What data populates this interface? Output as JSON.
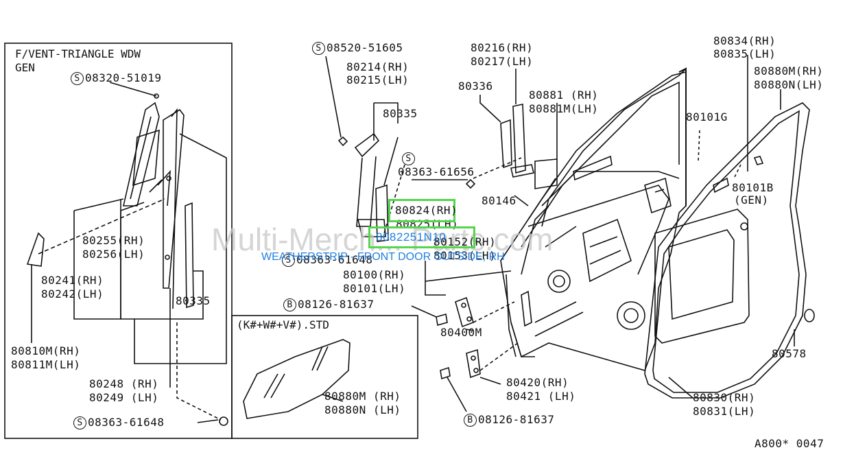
{
  "watermark": "Multi-Merch... Parts.com",
  "box_left": {
    "title": "F/VENT-TRIANGLE WDW",
    "subtitle": "GEN"
  },
  "box_mid": {
    "title": "(K#+W#+V#).STD"
  },
  "highlight": {
    "part_a": "80824(RH)",
    "part_b": "8082251N10",
    "caption": "WEATHERSTRIP - FRONT DOOR OUTSIDE, RH"
  },
  "labels": {
    "s_08320_51019": "08320-51019",
    "p80255": "80255(RH)",
    "p80256": "80256(LH)",
    "p80241": "80241(RH)",
    "p80242": "80242(LH)",
    "p80335_left": "80335",
    "p80810": "80810M(RH)",
    "p80811": "80811M(LH)",
    "p80248": "80248 (RH)",
    "p80249": "80249 (LH)",
    "s_08363_61648_left": "08363-61648",
    "s_08520_51605": "08520-51605",
    "p80214": "80214(RH)",
    "p80215": "80215(LH)",
    "p80335_top": "80335",
    "s_08363_61656": "08363-61656",
    "p80825": "80825(LH)",
    "p80152": "80152(RH)",
    "p80153": "80153(LH)",
    "s_08363_61648_mid": "08363-61648",
    "p80100": "80100(RH)",
    "p80101": "80101(LH)",
    "b_08126_81637_top": "08126-81637",
    "p80400m": "80400M",
    "p80880m_inner": "80880M (RH)",
    "p80880n_inner": "80880N (LH)",
    "p80420": "80420(RH)",
    "p80421": "80421 (LH)",
    "b_08126_81637_bot": "08126-81637",
    "p80216": "80216(RH)",
    "p80217": "80217(LH)",
    "p80336": "80336",
    "p80881": "80881 (RH)",
    "p80881m": "80881M(LH)",
    "p80146": "80146",
    "p80101g": "80101G",
    "p80834": "80834(RH)",
    "p80835": "80835(LH)",
    "p80880m_r": "80880M(RH)",
    "p80880n_r": "80880N(LH)",
    "p80101b": "80101B",
    "gen": "(GEN)",
    "p80578": "80578",
    "p80830": "80830(RH)",
    "p80831": "80831(LH)",
    "footer_code": "A800* 0047"
  },
  "symbols": {
    "s": "S",
    "b": "B"
  },
  "colors": {
    "highlight_border": "#53d64b",
    "caption": "#1e7fe0",
    "ink": "#111111"
  }
}
